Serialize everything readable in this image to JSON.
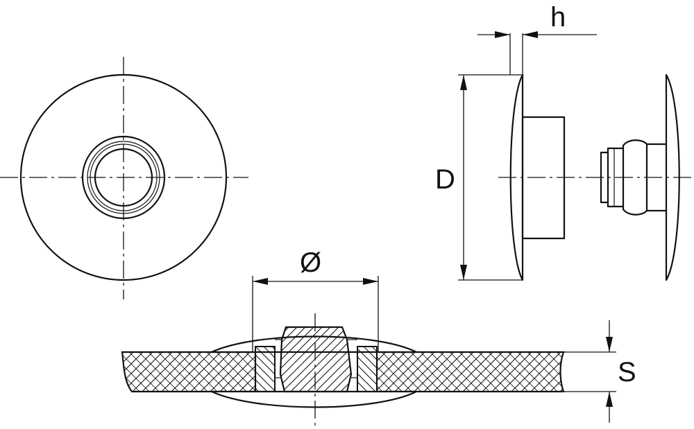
{
  "labels": {
    "height": "h",
    "diameter_head": "D",
    "diameter_hole": "Ø",
    "thickness": "S"
  }
}
